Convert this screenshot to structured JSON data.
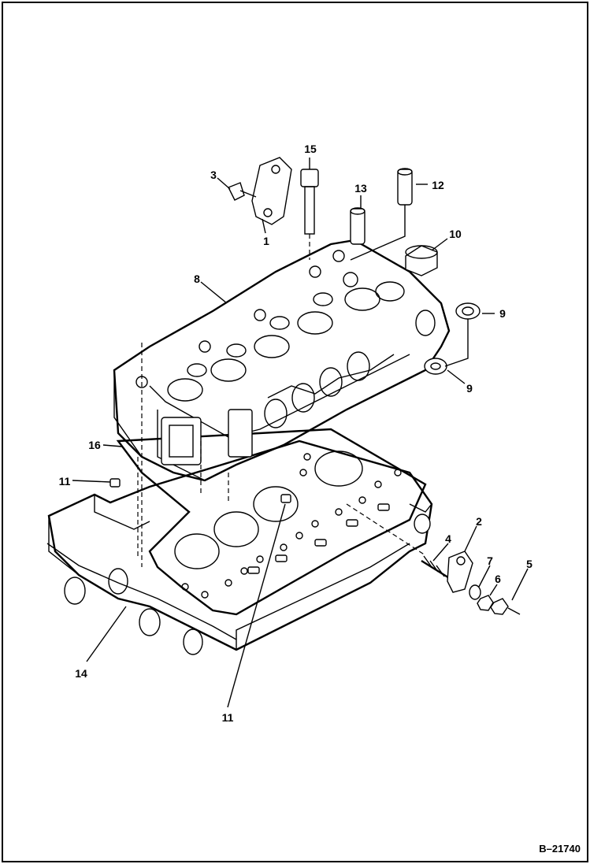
{
  "figure_ref": "B–21740",
  "callouts": [
    {
      "id": "c15",
      "label": "15"
    },
    {
      "id": "c3",
      "label": "3"
    },
    {
      "id": "c13",
      "label": "13"
    },
    {
      "id": "c12",
      "label": "12"
    },
    {
      "id": "c1",
      "label": "1"
    },
    {
      "id": "c10",
      "label": "10"
    },
    {
      "id": "c8",
      "label": "8"
    },
    {
      "id": "c9a",
      "label": "9"
    },
    {
      "id": "c9b",
      "label": "9"
    },
    {
      "id": "c16",
      "label": "16"
    },
    {
      "id": "c11a",
      "label": "11"
    },
    {
      "id": "c2",
      "label": "2"
    },
    {
      "id": "c4",
      "label": "4"
    },
    {
      "id": "c7",
      "label": "7"
    },
    {
      "id": "c5",
      "label": "5"
    },
    {
      "id": "c6",
      "label": "6"
    },
    {
      "id": "c14",
      "label": "14"
    },
    {
      "id": "c11b",
      "label": "11"
    }
  ],
  "colors": {
    "ink": "#000000",
    "paper": "#ffffff"
  }
}
